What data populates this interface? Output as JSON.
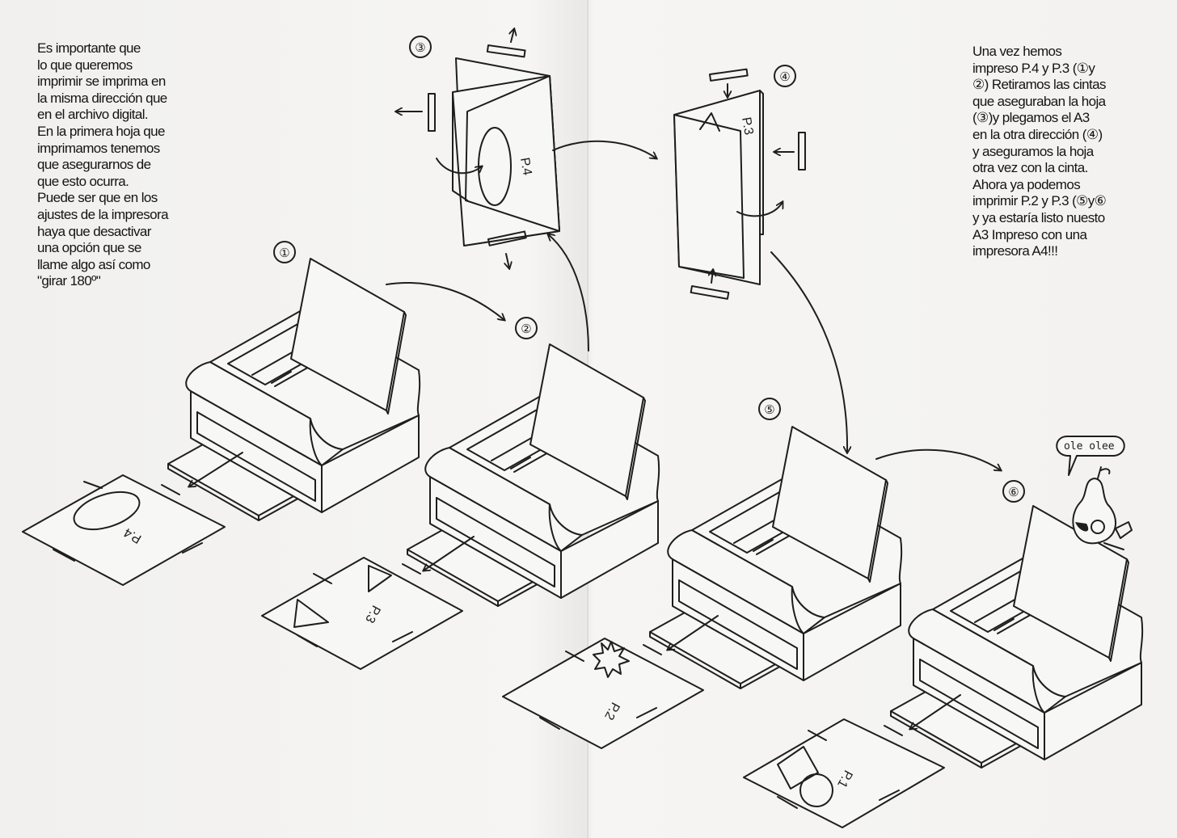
{
  "left_instruction": "Es importante que\nlo que queremos\nimprimir se imprima en\nla misma dirección que\nen el archivo digital.\nEn la primera hoja que\nimprimamos tenemos\nque asegurarnos de\nque esto ocurra.\nPuede ser que en los\najustes de la impresora\nhaya que desactivar\nuna opción que se\nllame algo así como\n\"girar 180º\"",
  "right_instruction": "Una vez hemos\nimpreso P.4 y P.3 (①y\n②) Retiramos las cintas\nque aseguraban la hoja\n(③)y plegamos el A3\nen la otra dirección (④)\ny aseguramos la hoja\notra vez con la cinta.\nAhora ya podemos\nimprimir P.2 y P.3 (⑤y⑥\ny ya estaría listo nuesto\nA3 Impreso con una\nimpresora A4!!!",
  "step_numbers": [
    "①",
    "②",
    "③",
    "④",
    "⑤",
    "⑥"
  ],
  "page_labels": {
    "p1": "P.1",
    "p2": "P.2",
    "p3": "P.3",
    "p4": "P.4"
  },
  "speech_bubble": "ole olee"
}
